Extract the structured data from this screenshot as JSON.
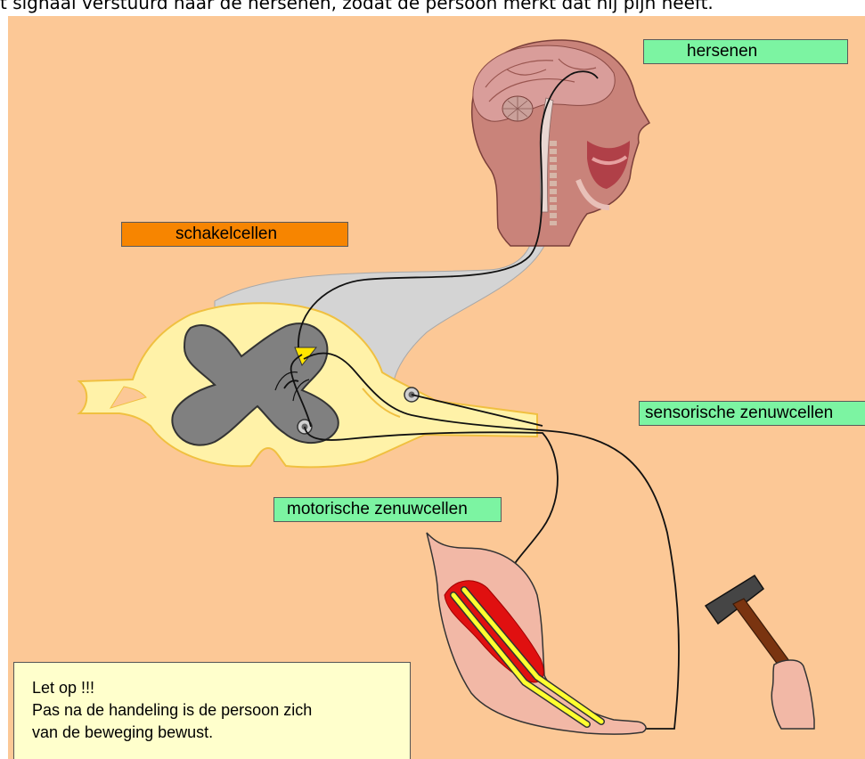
{
  "caption": "t signaal verstuurd naar de hersenen, zodat de persoon merkt dat hij pijn heeft.",
  "labels": {
    "hersenen": "hersenen",
    "schakelcellen": "schakelcellen",
    "sensorisch": "sensorische zenuwcellen",
    "motorisch": "motorische zenuwcellen"
  },
  "note": {
    "line1": "Let op !!!",
    "line2": "Pas na de handeling is de persoon zich",
    "line3": "van de beweging bewust."
  },
  "colors": {
    "background": "#fcc896",
    "label_green": "#7cf4a2",
    "label_orange": "#f78500",
    "note_background": "#ffffcc",
    "spinal_cord": "#fff2a8",
    "grey_matter": "#808080",
    "muscle": "#e01010",
    "bone": "#ffff30"
  },
  "icons": [
    "head-cross-section-icon",
    "spinal-cord-icon",
    "arm-icon",
    "hammer-icon"
  ]
}
